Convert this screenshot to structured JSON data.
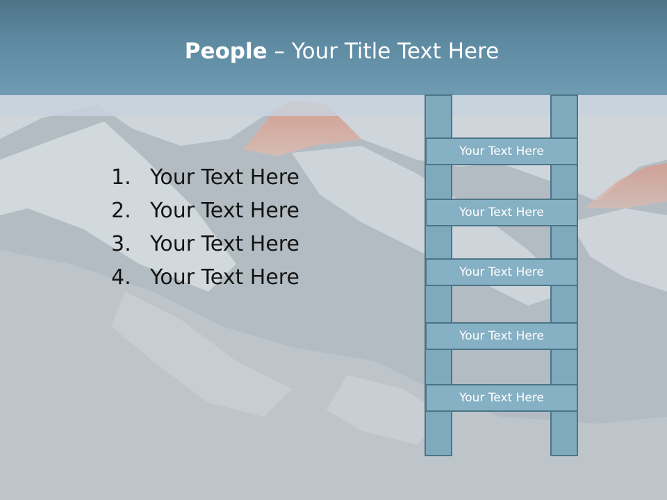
{
  "slide": {
    "title_bold": "People",
    "title_rest": " – Your Title Text Here"
  },
  "list": {
    "items": [
      {
        "num": "1.",
        "text": "Your Text Here"
      },
      {
        "num": "2.",
        "text": "Your Text Here"
      },
      {
        "num": "3.",
        "text": "Your Text Here"
      },
      {
        "num": "4.",
        "text": "Your Text Here"
      }
    ]
  },
  "ladder": {
    "rungs": [
      {
        "text": "Your Text Here"
      },
      {
        "text": "Your Text Here"
      },
      {
        "text": "Your Text Here"
      },
      {
        "text": "Your Text Here"
      },
      {
        "text": "Your Text Here"
      }
    ]
  },
  "colors": {
    "header": "#5f8ba2",
    "ladder_fill": "#86b0c3",
    "ladder_stroke": "#4c7487"
  }
}
